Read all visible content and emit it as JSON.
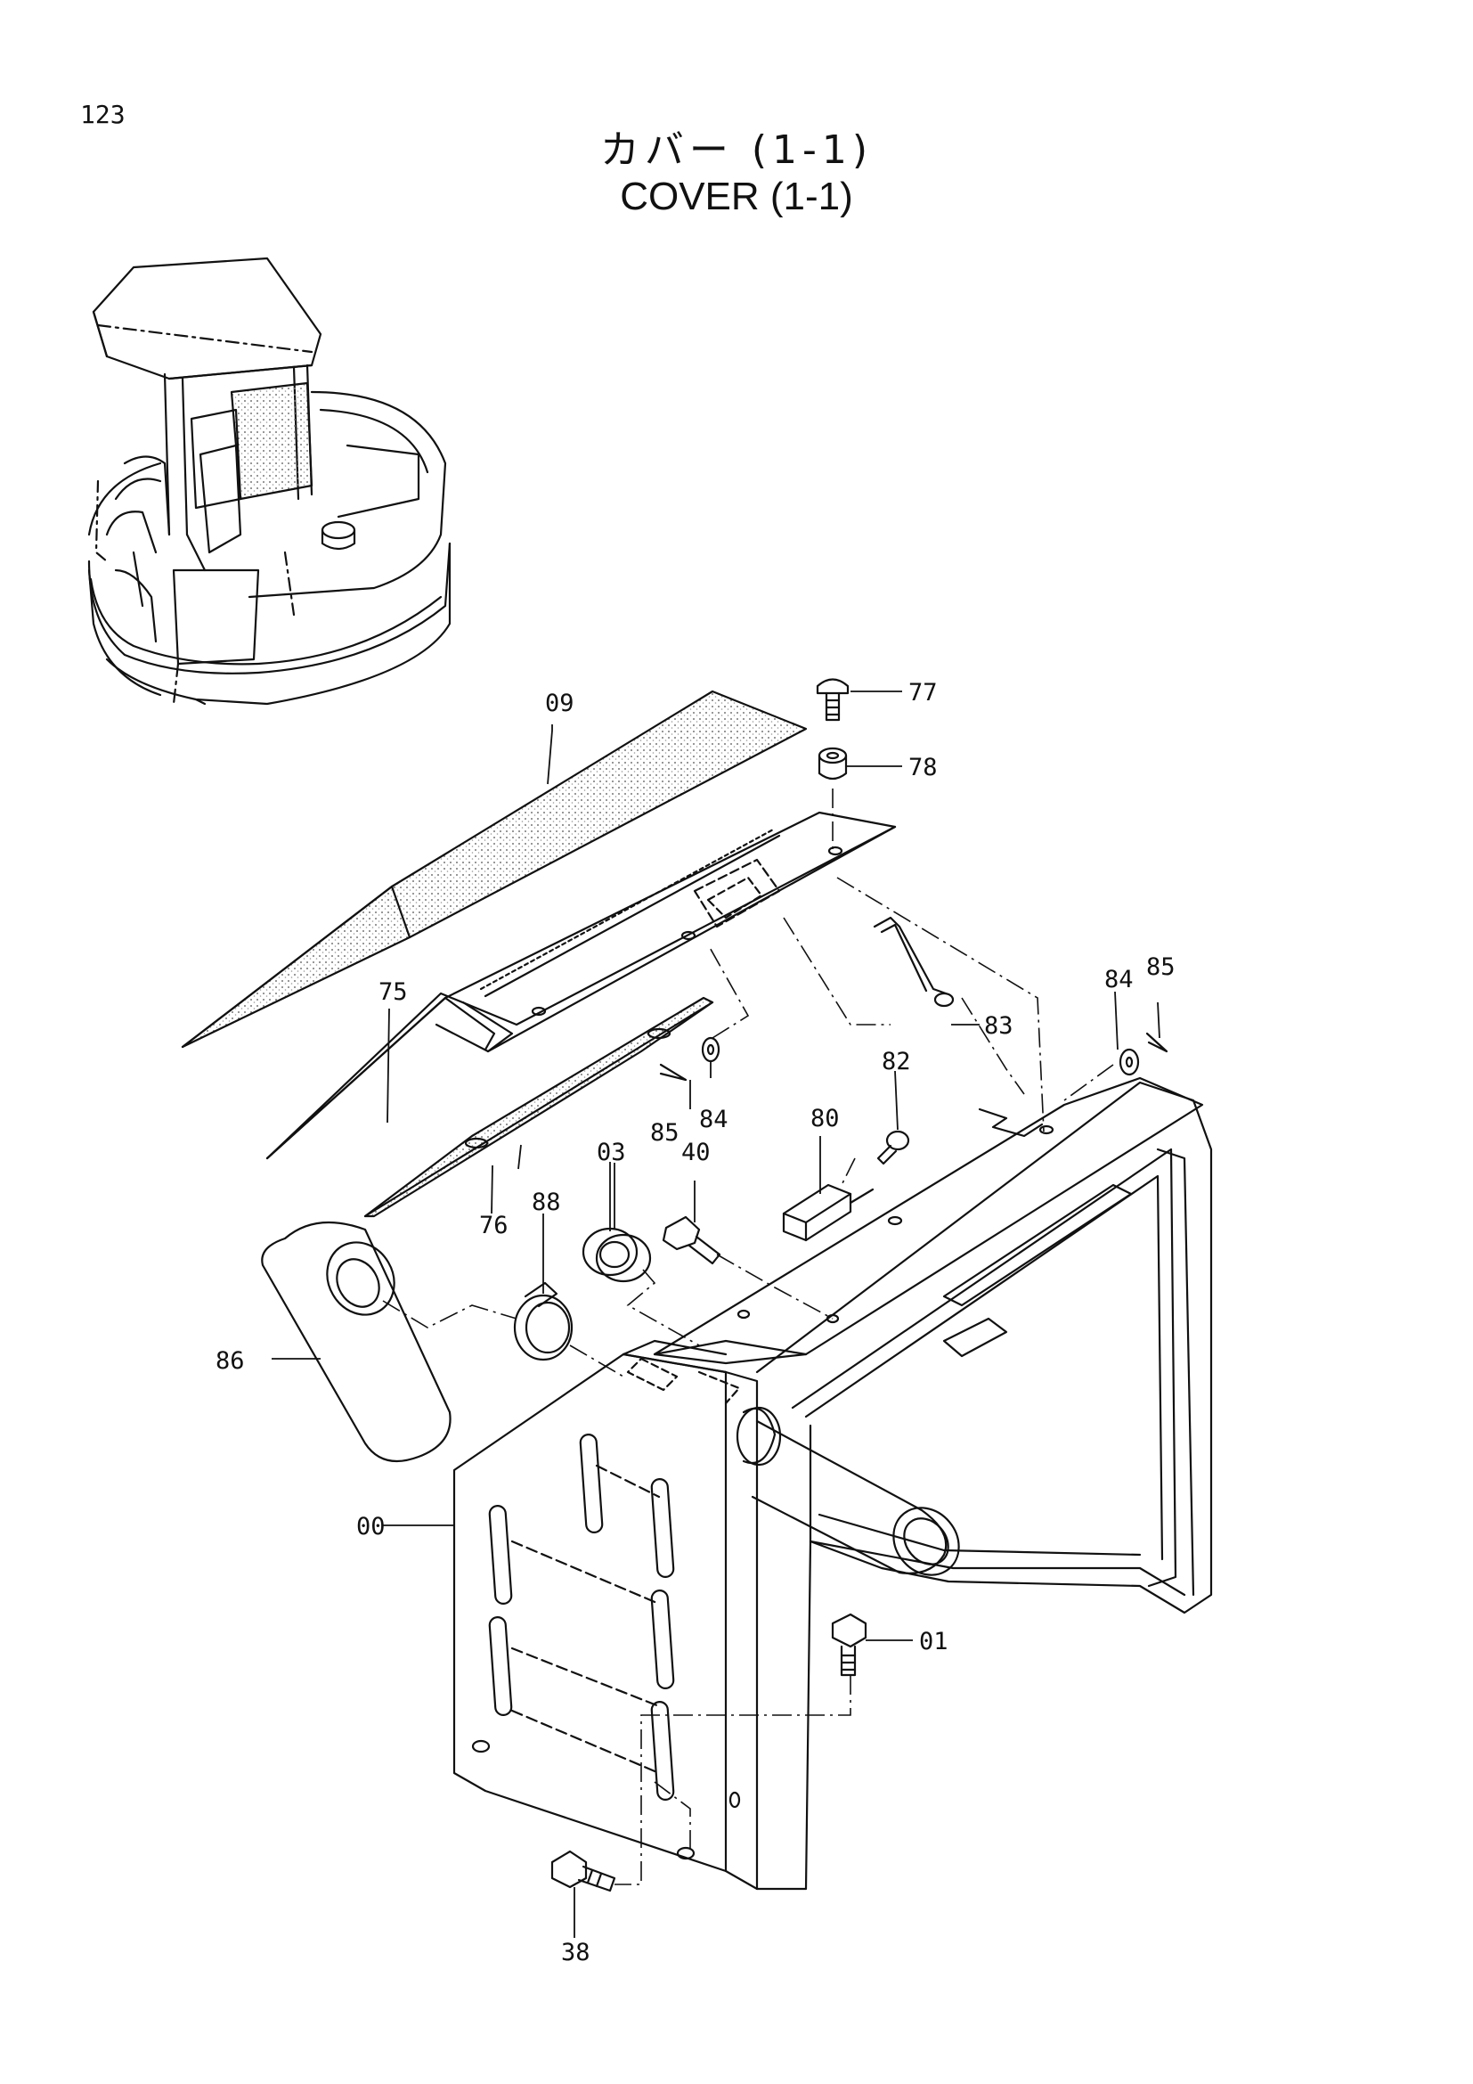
{
  "page": {
    "number": "123"
  },
  "title": {
    "japanese": "カバー (1-1)",
    "english": "COVER (1-1)"
  },
  "colors": {
    "ink": "#111111",
    "paper": "#ffffff",
    "dots": "#888888"
  },
  "callouts": [
    "09",
    "77",
    "78",
    "75",
    "85",
    "84",
    "83",
    "82",
    "80",
    "03",
    "40",
    "88",
    "76",
    "86",
    "00",
    "01",
    "38"
  ]
}
